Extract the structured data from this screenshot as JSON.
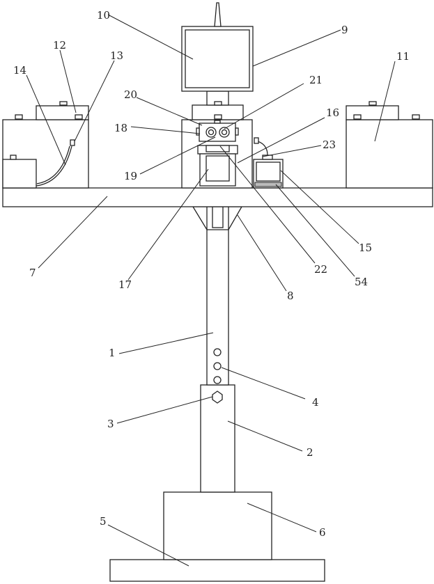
{
  "colors": {
    "line": "#222222",
    "background": "#ffffff"
  },
  "labels": {
    "l1": "1",
    "l2": "2",
    "l3": "3",
    "l4": "4",
    "l5": "5",
    "l6": "6",
    "l7": "7",
    "l8": "8",
    "l9": "9",
    "l10": "10",
    "l11": "11",
    "l12": "12",
    "l13": "13",
    "l14": "14",
    "l15": "15",
    "l16": "16",
    "l17": "17",
    "l18": "18",
    "l19": "19",
    "l20": "20",
    "l21": "21",
    "l22": "22",
    "l23": "23",
    "l54": "54"
  }
}
